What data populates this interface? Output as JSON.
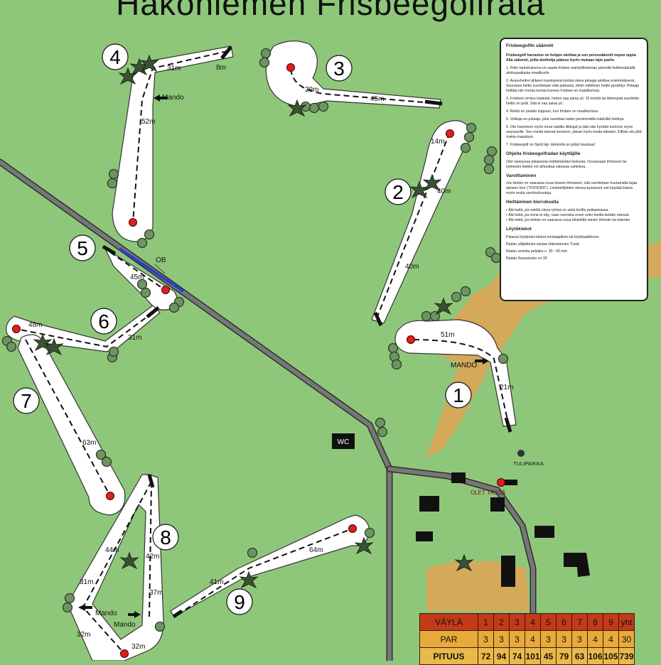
{
  "title": "Hakoniemen Frisbeegolfrata",
  "colors": {
    "grass": "#8fc77a",
    "sand": "#d4a95a",
    "fairway": "#ffffff",
    "road": "#6e6e6e",
    "basket": "#e01e1e",
    "ob_line": "#2a3fcc",
    "table_header": "#c23a1a",
    "table_body": "#e8aa3a"
  },
  "holes": [
    {
      "number": "1",
      "distances": [
        "51m",
        "21m"
      ]
    },
    {
      "number": "2",
      "distances": [
        "14m",
        "40m",
        "40m"
      ]
    },
    {
      "number": "3",
      "distances": [
        "29m",
        "45m"
      ]
    },
    {
      "number": "4",
      "distances": [
        "31m",
        "8m",
        "52m"
      ]
    },
    {
      "number": "5",
      "distances": [
        "45m"
      ]
    },
    {
      "number": "6",
      "distances": [
        "48m",
        "31m"
      ]
    },
    {
      "number": "7",
      "distances": [
        "63m"
      ]
    },
    {
      "number": "8",
      "distances": [
        "44m",
        "42m",
        "31m",
        "37m",
        "32m",
        "32m"
      ]
    },
    {
      "number": "9",
      "distances": [
        "64m",
        "41m"
      ]
    }
  ],
  "map_labels": {
    "mando": "Mando",
    "mando_caps": "MANDO",
    "ob": "OB",
    "wc": "WC",
    "tulipaikka": "TULIPAIKKA",
    "olet_tassa": "OLET TÄSSÄ"
  },
  "rules": {
    "heading": "Frisbeegolfin säännöt",
    "intro": "Frisbeegolf harrastus on helppo aloittaa ja sen perussäännöt nopea oppia. Alla säännöt, joilla aloittelija pääsee hyvin mukaan lajin pariin.",
    "items": [
      "1. Pelin tarkoituksena on saada frisbee mahdollisimman pienellä heittomäärällä aloituspaikasta maalikoriin.",
      "2. Avausheiton jälkeen kauimpana korista oleva pelaaja aloittaa ensimmäisenä. Seuraava heitto suoritetaan siitä paikasta, mihin edellinen heitto pysähtyi. Pelaaja heittää niin monta kertaa kunnes Frisbee on maalikorissa.",
      "3. Frisbeen irrotus kädestä, heiton saa astua yli. 10 metriä tai lähempää suoritettu heitto on putti. Sitä ei saa astua yli.",
      "4. Reikä on pelattu loppuun, kun frisbee on maalikorissa.",
      "5. Voittaja on pelaaja, joka suorittaa radan pienimmällä määrällä heittoja.",
      "6. Ota huomioon myös muut radalla liikkujat ja jätä rata hyvään kuntoon myös seuraaville. Sen minkä kannat luontoon, jaksat myös tuoda takaisin. Elthän siis jätä roskia maastoon.",
      "7. Frisbeegolf on Spirit laji- tärkeintä on pitää hauskaa!"
    ],
    "section_users": "Ohjeita frisbeegolfradan käyttäjille",
    "users_text": "Olet vastuussa jokaisesta heittämästäsi kiekosta. Osuessaan ihmiseen tai esineisiin kiekko voi aiheuttaa vakavaa vahinkoa.",
    "section_warning": "Varoittaminen",
    "warning_text": "Jos kiekko on vaarassa osua toiseen ihmiseen, sitä varoitetaan huutamalla lujaa ääneen fore (\"FOODDR\"). Lenkkeilijöiden olessa kyseessä voit käyttää lisänä myös muita varoitushuutoja.",
    "section_throwing": "Heittäminen kierroksella",
    "throwing_items": [
      "Älä heitä, jos edellä oleva ryhmä on vielä korilla puttaamassa.",
      "Älä heitä, jos koria ei näy, vaan varmista ensin onko korilla ketään edessä.",
      "Älä heitä, jos kiekko on vaarassa osua lähistöllä oleviin ihmisiin tai eläimiin."
    ],
    "section_lost": "Löytökiekot",
    "lost_text": "Palauta löytämäsi kiekot omistajalleen tai löytölaatikkoon.",
    "footer_maintainer": "Radan ylläpidosta vastaa Hakoniemen Tuvat",
    "footer_duration": "Radan arvioitu peliaika n. 30 - 50 min.",
    "footer_par": "Radan ihannetulos on 30"
  },
  "scorecard": {
    "header_label": "VÄYLÄ",
    "holes": [
      "1",
      "2",
      "3",
      "4",
      "5",
      "6",
      "7",
      "8",
      "9",
      "yht"
    ],
    "par_label": "PAR",
    "par": [
      "3",
      "3",
      "3",
      "4",
      "3",
      "3",
      "3",
      "4",
      "4",
      "30"
    ],
    "length_label": "PITUUS",
    "length": [
      "72",
      "94",
      "74",
      "101",
      "45",
      "79",
      "63",
      "106",
      "105",
      "739"
    ]
  }
}
